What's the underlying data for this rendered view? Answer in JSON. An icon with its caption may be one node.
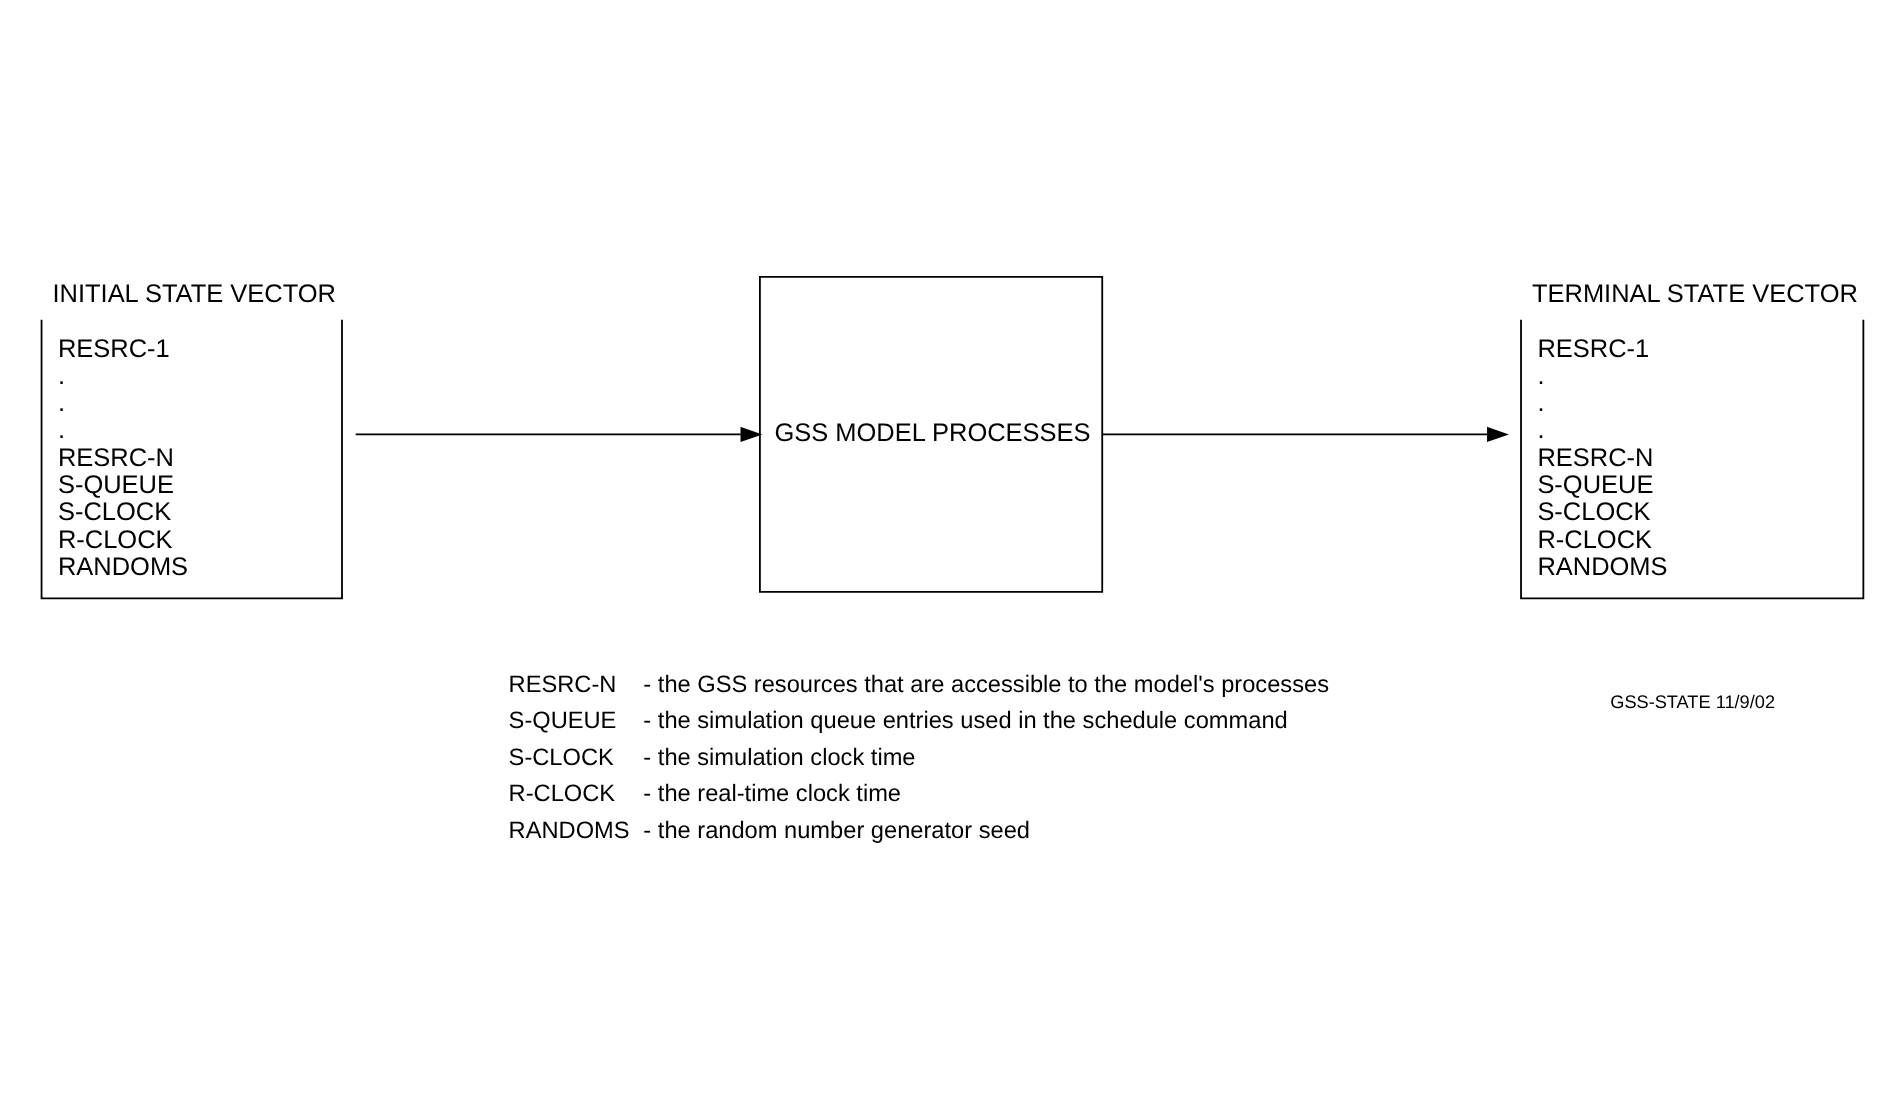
{
  "diagram": {
    "nodes": [
      {
        "text": [
          "INITIAL STATE VECTOR",
          "RESRC-1 . . . RESRC-N S-QUEUE S-CLOCK R-CLOCK RANDOMS"
        ]
      },
      {
        "text": [
          "GSS MODEL PROCESSES"
        ]
      },
      {
        "text": [
          "TERMINAL STATE VECTOR",
          "RESRC-1 . . . RESRC-N S-QUEUE S-CLOCK R-CLOCK RANDOMS"
        ]
      }
    ],
    "edges": [
      {
        "from": 0,
        "to": 1,
        "arrow": "to"
      },
      {
        "from": 1,
        "to": 2,
        "arrow": "to"
      }
    ],
    "labels": [
      "RESRC-N",
      "- the GSS resources that are accessible to the model's processes",
      "S-QUEUE",
      "- the simulation queue entries used in the schedule command",
      "S-CLOCK",
      "- the simulation clock time",
      "R-CLOCK",
      "- the real-time clock time",
      "RANDOMS",
      "- the random number generator seed",
      "GSS-STATE 11/9/02"
    ]
  }
}
